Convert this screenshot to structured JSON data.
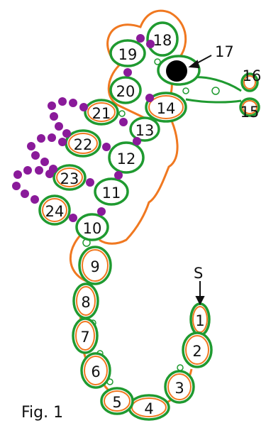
{
  "caption": "Fig. 1",
  "start_label": "S",
  "pointer_label": "17",
  "colors": {
    "orange": "#f07820",
    "green": "#1f9a30",
    "purple": "#8a1a9a",
    "black": "#000000",
    "white": "#ffffff"
  },
  "rings": [
    {
      "id": "1",
      "label": "1",
      "color": "orange"
    },
    {
      "id": "2",
      "label": "2",
      "color": "orange"
    },
    {
      "id": "3",
      "label": "3",
      "color": "orange"
    },
    {
      "id": "4",
      "label": "4",
      "color": "orange"
    },
    {
      "id": "5",
      "label": "5",
      "color": "orange"
    },
    {
      "id": "6",
      "label": "6",
      "color": "orange"
    },
    {
      "id": "7",
      "label": "7",
      "color": "orange"
    },
    {
      "id": "8",
      "label": "8",
      "color": "orange"
    },
    {
      "id": "9",
      "label": "9",
      "color": "orange"
    },
    {
      "id": "10",
      "label": "10",
      "color": "green"
    },
    {
      "id": "11",
      "label": "11",
      "color": "green"
    },
    {
      "id": "12",
      "label": "12",
      "color": "green"
    },
    {
      "id": "13",
      "label": "13",
      "color": "green"
    },
    {
      "id": "14",
      "label": "14",
      "color": "orange"
    },
    {
      "id": "15",
      "label": "15",
      "color": "orange"
    },
    {
      "id": "16",
      "label": "16",
      "color": "orange"
    },
    {
      "id": "18",
      "label": "18",
      "color": "green"
    },
    {
      "id": "19",
      "label": "19",
      "color": "green"
    },
    {
      "id": "20",
      "label": "20",
      "color": "green"
    },
    {
      "id": "21",
      "label": "21",
      "color": "orange"
    },
    {
      "id": "22",
      "label": "22",
      "color": "orange"
    },
    {
      "id": "23",
      "label": "23",
      "color": "orange"
    },
    {
      "id": "24",
      "label": "24",
      "color": "orange"
    }
  ]
}
